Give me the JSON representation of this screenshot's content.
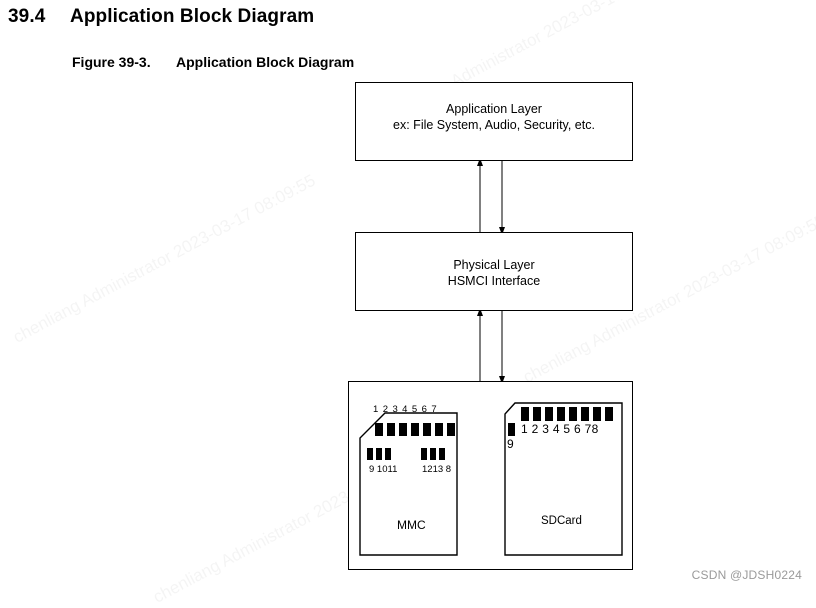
{
  "section": {
    "number": "39.4",
    "title": "Application Block Diagram"
  },
  "figure": {
    "number": "Figure 39-3.",
    "title": "Application Block Diagram"
  },
  "blocks": {
    "application": {
      "line1": "Application Layer",
      "line2": "ex: File System, Audio, Security, etc."
    },
    "physical": {
      "line1": "Physical Layer",
      "line2": "HSMCI Interface"
    }
  },
  "mmc": {
    "name": "MMC",
    "top_pin_numbers": "1 2 3 4 5 6 7",
    "left_pin_numbers": "9 1011",
    "right_pin_numbers": "1213 8"
  },
  "sdcard": {
    "name": "SDCard",
    "pin_numbers": "1 2 3 4 5 6 78",
    "pin9": "9"
  },
  "watermark": "chenliang Administrator 2023-03-17 08:09:55",
  "credit": "CSDN @JDSH0224"
}
